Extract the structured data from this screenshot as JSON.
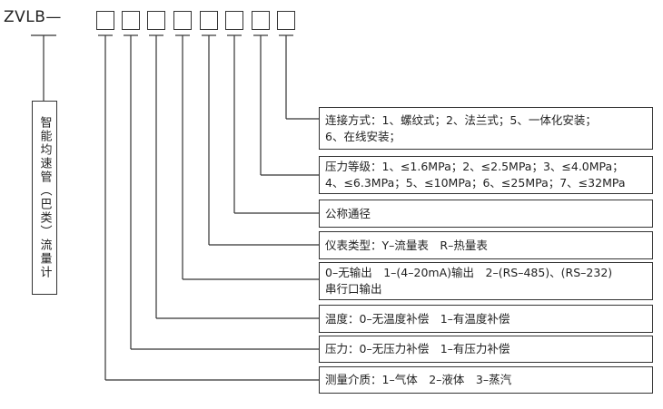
{
  "diagram": {
    "model_prefix": "ZVLB—",
    "product_name": "智能均速管（巴类）流量计",
    "options": [
      {
        "lines": [
          "连接方式：1、螺纹式；2、法兰式；5、一体化安装；",
          "6、在线安装；"
        ]
      },
      {
        "lines": [
          "压力等级：1、≤1.6MPa；2、≤2.5MPa；3、≤4.0MPa；",
          "4、≤6.3MPa；5、≤10MPa；6、≤25MPa；7、≤32MPa"
        ]
      },
      {
        "lines": [
          "公称通径"
        ]
      },
      {
        "lines": [
          "仪表类型：Y–流量表　R–热量表"
        ]
      },
      {
        "lines": [
          "0–无输出　1–(4–20mA)输出　2–(RS–485)、(RS–232)",
          "串行口输出"
        ]
      },
      {
        "lines": [
          "温度：0–无温度补偿　1–有温度补偿"
        ]
      },
      {
        "lines": [
          "压力：0–无压力补偿　1–有压力补偿"
        ]
      },
      {
        "lines": [
          "测量介质：1–气体　2–液体　3–蒸汽"
        ]
      }
    ]
  }
}
